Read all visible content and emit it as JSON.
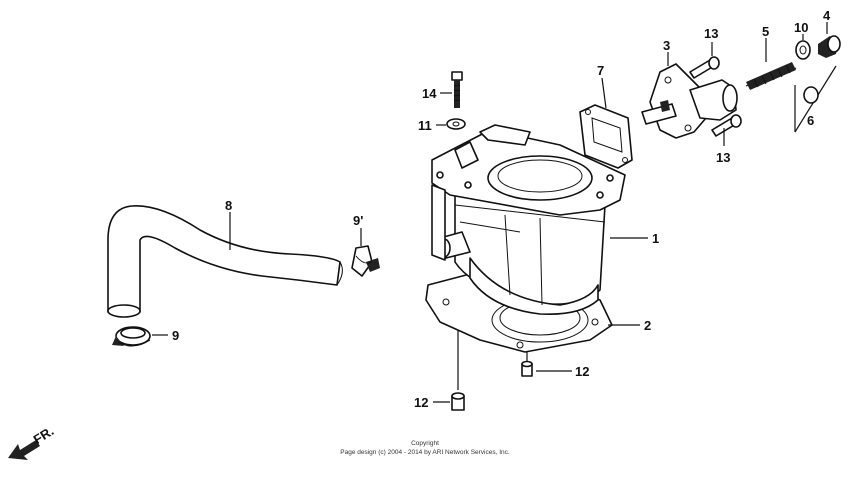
{
  "callouts": {
    "p1": "1",
    "p2": "2",
    "p3": "3",
    "p4": "4",
    "p5": "5",
    "p6": "6",
    "p7": "7",
    "p8": "8",
    "p9": "9",
    "p9prime": "9'",
    "p10": "10",
    "p11": "11",
    "p12a": "12",
    "p12b": "12",
    "p13a": "13",
    "p13b": "13",
    "p14": "14"
  },
  "front_marker": "FR.",
  "copyright": {
    "line1": "Copyright",
    "line2": "Page design (c) 2004 - 2014 by ARI Network Services, Inc."
  }
}
